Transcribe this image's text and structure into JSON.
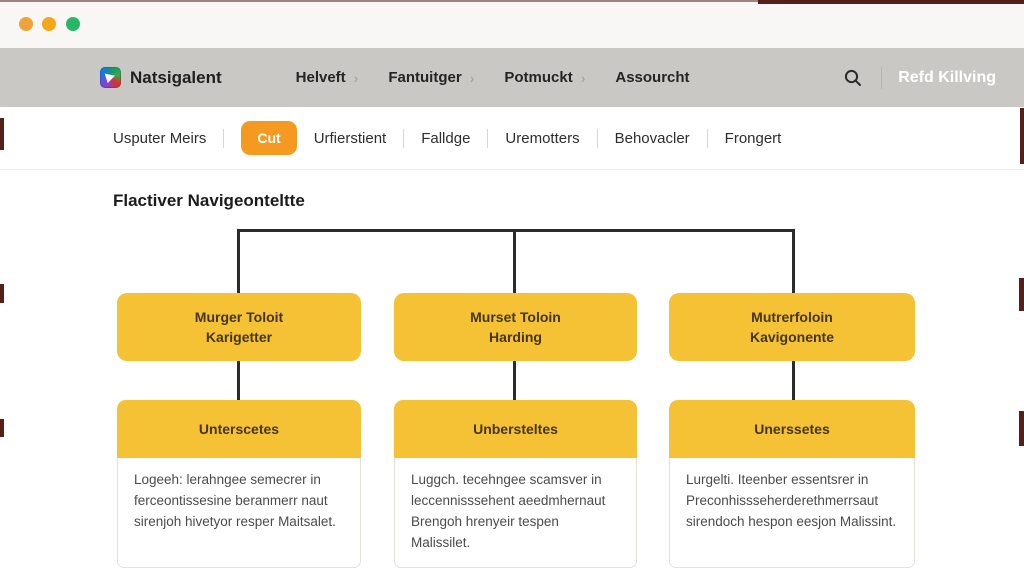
{
  "header": {
    "brand": "Natsigalent",
    "nav_items": [
      "Helveft",
      "Fantuitger",
      "Potmuckt",
      "Assourcht"
    ],
    "chevron": "›",
    "user_name": "Refd Killving"
  },
  "subnav": {
    "items": [
      "Usputer Meirs",
      "Cut",
      "Urfierstient",
      "Falldge",
      "Uremotters",
      "Behovacler",
      "Frongert"
    ],
    "active_item": "Cut"
  },
  "page": {
    "heading": "Flactiver Navigeonteltte"
  },
  "diagram": {
    "columns": [
      {
        "title_line1": "Murger Toloit",
        "title_line2": "Karigetter",
        "subtitle": "Unterscetes",
        "description": "Logeeh: lerahngee semecrer in ferceontissesine beranmerr naut sirenjoh hivetyor resper Maitsalet."
      },
      {
        "title_line1": "Murset Toloin",
        "title_line2": "Harding",
        "subtitle": "Unbersteltes",
        "description": "Luggch. tecehngee scamsver in leccennisssehent aeedmhernaut Brengoh hrenyeir tespen Malissilet."
      },
      {
        "title_line1": "Mutrerfoloin",
        "title_line2": "Kavigonente",
        "subtitle": "Unerssetes",
        "description": "Lurgelti. Iteenber essentsrer in Preconhissseherderethmerrsaut sirendoch hespon eesjon Malissint."
      }
    ]
  },
  "colors": {
    "accent_orange": "#f59a20",
    "box_yellow": "#f5c235",
    "header_gray": "#c9c8c5",
    "connector_dark": "#2b2b2b",
    "traffic_lights": [
      "#f0a33b",
      "#f5a716",
      "#28b766"
    ]
  }
}
